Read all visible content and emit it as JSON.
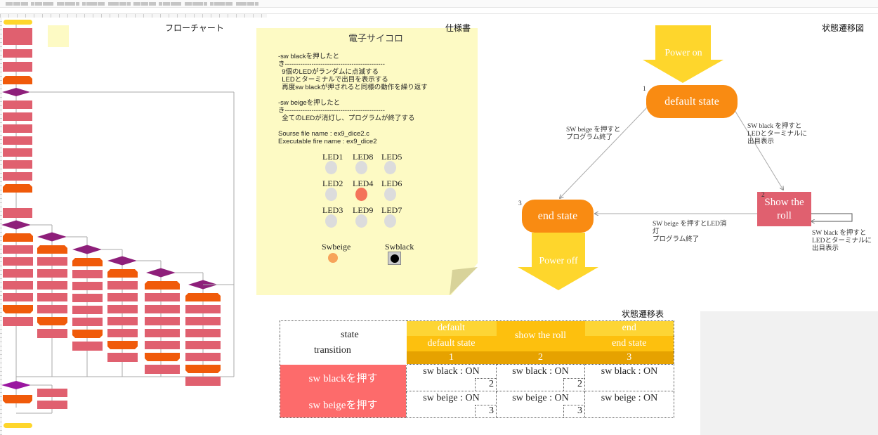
{
  "sections": {
    "flowchart": "フローチャート",
    "spec": "仕様書",
    "state_diagram": "状態遷移図",
    "state_table": "状態遷移表"
  },
  "spec": {
    "title": "電子サイコロ",
    "lines": [
      "-sw blackを押したと",
      "き---------------------------------------------",
      "  9個のLEDがランダムに点滅する",
      "  LEDとターミナルで出目を表示する",
      "  再度sw blackが押されると同様の動作を繰り返す",
      "",
      "-sw beigeを押したと",
      "き---------------------------------------------",
      "  全てのLEDが消灯し、プログラムが終了する",
      "",
      "Sourse file name : ex9_dice2.c",
      "Executable fire name : ex9_dice2"
    ],
    "leds": [
      {
        "label": "LED1",
        "on": false
      },
      {
        "label": "LED8",
        "on": false
      },
      {
        "label": "LED5",
        "on": false
      },
      {
        "label": "LED2",
        "on": false
      },
      {
        "label": "LED4",
        "on": true
      },
      {
        "label": "LED6",
        "on": false
      },
      {
        "label": "LED3",
        "on": false
      },
      {
        "label": "LED9",
        "on": false
      },
      {
        "label": "LED7",
        "on": false
      }
    ],
    "sw_beige": "Swbeige",
    "sw_black": "Swblack"
  },
  "diagram": {
    "power_on": "Power on",
    "power_off": "Power off",
    "default_state": "default state",
    "default_num": "1",
    "show_roll": "Show the roll",
    "show_num": "2",
    "end_state": "end state",
    "end_num": "3",
    "t_default_end": "SW beige を押すと\nプログラム終了",
    "t_default_show": "SW black を押すと\nLEDとターミナルに\n出目表示",
    "t_show_end": "SW beige を押すとLED消\n灯\nプログラム終了",
    "t_show_self": "SW black を押すと\nLEDとターミナルに\n出目表示"
  },
  "table": {
    "corner_state": "state",
    "corner_transition": "transition",
    "cols": [
      {
        "short": "default",
        "name": "default state",
        "num": "1"
      },
      {
        "name": "show the roll",
        "num": "2"
      },
      {
        "short": "end",
        "name": "end state",
        "num": "3"
      }
    ],
    "rows": [
      {
        "event": "sw blackを押す",
        "cells": [
          {
            "text": "sw black : ON",
            "next": "2"
          },
          {
            "text": "sw black : ON",
            "next": "2"
          },
          {
            "text": "sw black : ON",
            "next": ""
          }
        ]
      },
      {
        "event": "sw beigeを押す",
        "cells": [
          {
            "text": "sw beige : ON",
            "next": "3"
          },
          {
            "text": "sw beige : ON",
            "next": "3"
          },
          {
            "text": "sw beige : ON",
            "next": ""
          }
        ]
      }
    ]
  },
  "colors": {
    "pink": "#e0606f",
    "orange": "#f05a0a",
    "purple": "#8e1f7a",
    "yellow": "#fed62c",
    "state_orange": "#f98b12"
  }
}
